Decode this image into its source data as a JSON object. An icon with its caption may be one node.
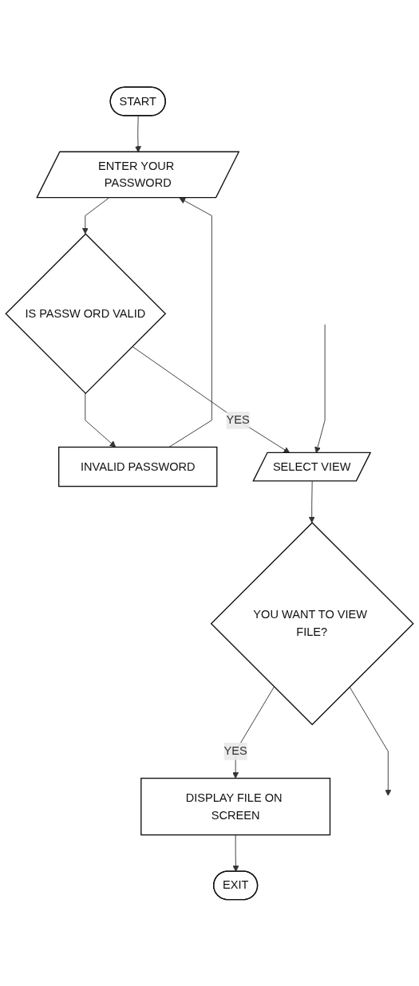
{
  "diagram": {
    "nodes": [
      {
        "text": [
          "START"
        ]
      },
      {
        "text": [
          "ENTER YOUR PASSWORD"
        ]
      },
      {
        "text": [
          "IS PASSW ORD VALID"
        ]
      },
      {
        "text": [
          "INVALID PASSWORD"
        ]
      },
      {
        "text": [
          "SELECT VIEW"
        ]
      },
      {
        "text": [
          "YOU WANT TO VIEW FILE?"
        ]
      },
      {
        "text": [
          "DISPLAY FILE ON SCREEN"
        ]
      },
      {
        "text": [
          "EXIT"
        ]
      }
    ],
    "edges": [
      {
        "from": 0,
        "to": 1,
        "arrow": "to"
      },
      {
        "from": 1,
        "to": 2,
        "arrow": "to"
      },
      {
        "from": 2,
        "to": 3,
        "arrow": "to"
      },
      {
        "from": 3,
        "to": 1,
        "arrow": "to"
      },
      {
        "from": 2,
        "to": 4,
        "arrow": "to",
        "label": "YES"
      },
      {
        "from": null,
        "to": 4,
        "arrow": "to"
      },
      {
        "from": 4,
        "to": 5,
        "arrow": "to"
      },
      {
        "from": 5,
        "to": null,
        "arrow": "to"
      },
      {
        "from": 5,
        "to": 6,
        "arrow": "to",
        "label": "YES"
      },
      {
        "from": 6,
        "to": 7,
        "arrow": "to"
      }
    ]
  }
}
